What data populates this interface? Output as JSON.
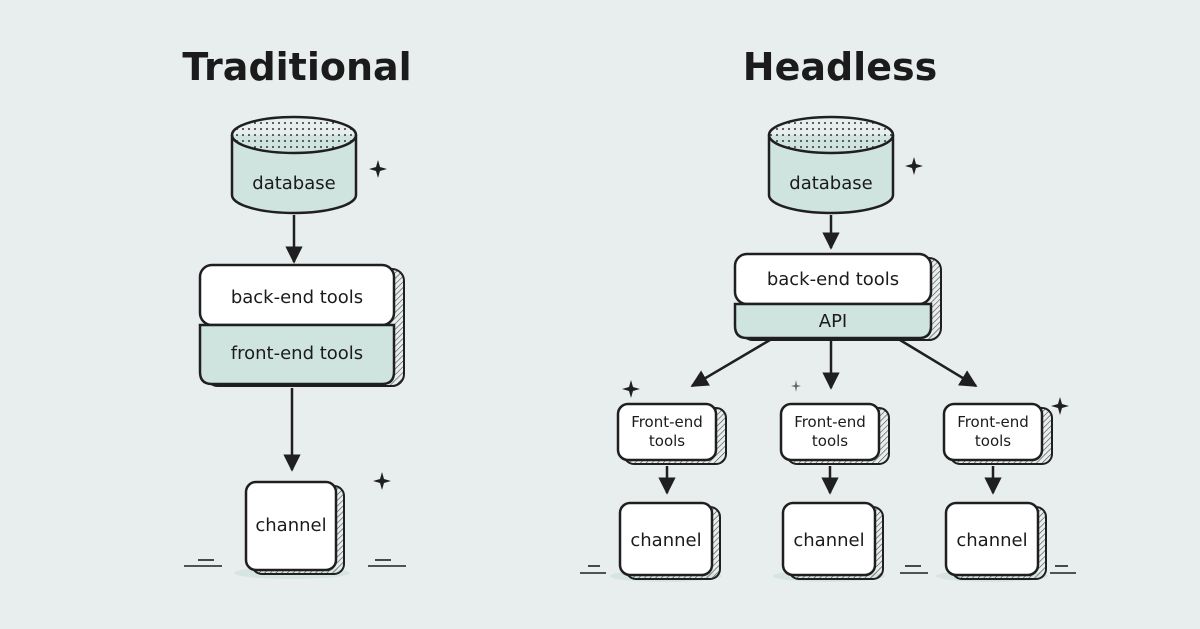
{
  "traditional": {
    "title": "Traditional",
    "database": "database",
    "backend": "back-end tools",
    "frontend": "front-end tools",
    "channel": "channel"
  },
  "headless": {
    "title": "Headless",
    "database": "database",
    "backend": "back-end tools",
    "api": "API",
    "frontend_line1": "Front-end",
    "frontend_line2": "tools",
    "channel": "channel"
  },
  "colors": {
    "background": "#e8eeee",
    "accent_mint": "#cfe4de",
    "stroke": "#1f1f1f",
    "box_fill": "#ffffff"
  }
}
